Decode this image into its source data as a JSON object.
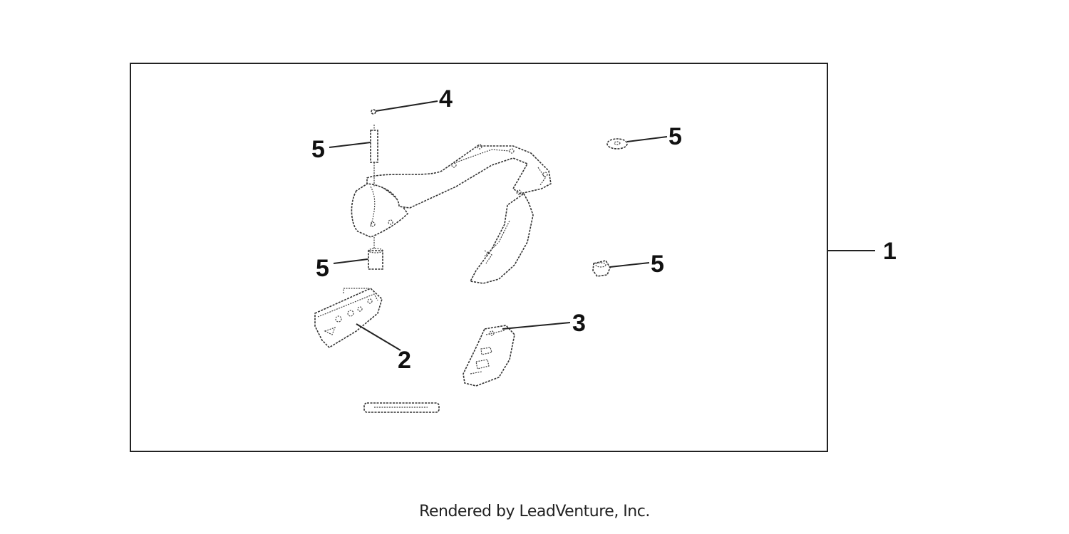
{
  "callouts": {
    "assembly": "1",
    "left_step": "2",
    "right_step": "3",
    "small_pin": "4",
    "collar_left_upper": "5",
    "collar_left_lower": "5",
    "washer_right": "5",
    "nut_right": "5"
  },
  "footer": {
    "credit": "Rendered by LeadVenture, Inc."
  }
}
